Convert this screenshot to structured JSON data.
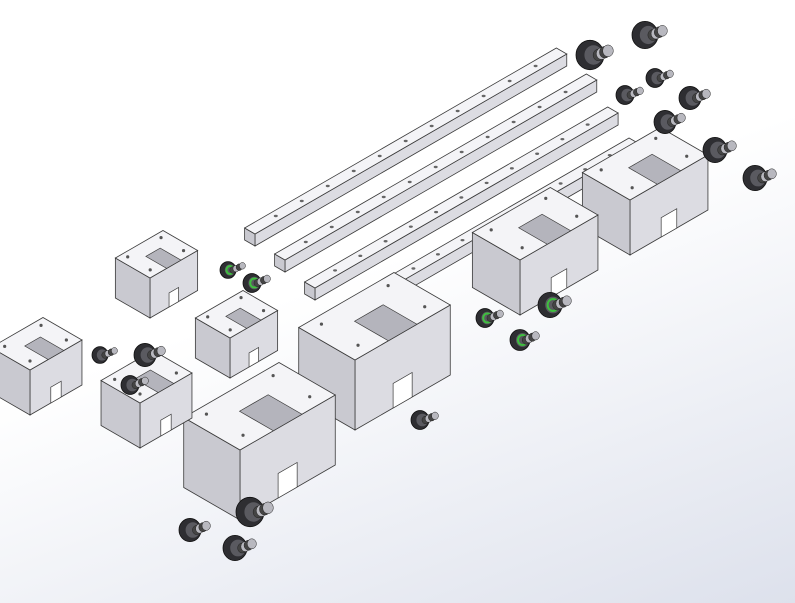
{
  "viewport": {
    "background_top": "#ffffff",
    "background_bottom": "#dde1ec"
  },
  "colors": {
    "part_top": "#f4f4f7",
    "part_left": "#c9c9d0",
    "part_right": "#dcdce2",
    "edge": "#3a3a3a",
    "roller_dark": "#2e2e32",
    "roller_mid": "#5a5a60",
    "thread_light": "#b8b8bf",
    "seal_green": "#3fbf3f"
  },
  "model": {
    "rails": 4,
    "large_blocks": 4,
    "small_blocks": 4,
    "cam_followers": 20
  }
}
